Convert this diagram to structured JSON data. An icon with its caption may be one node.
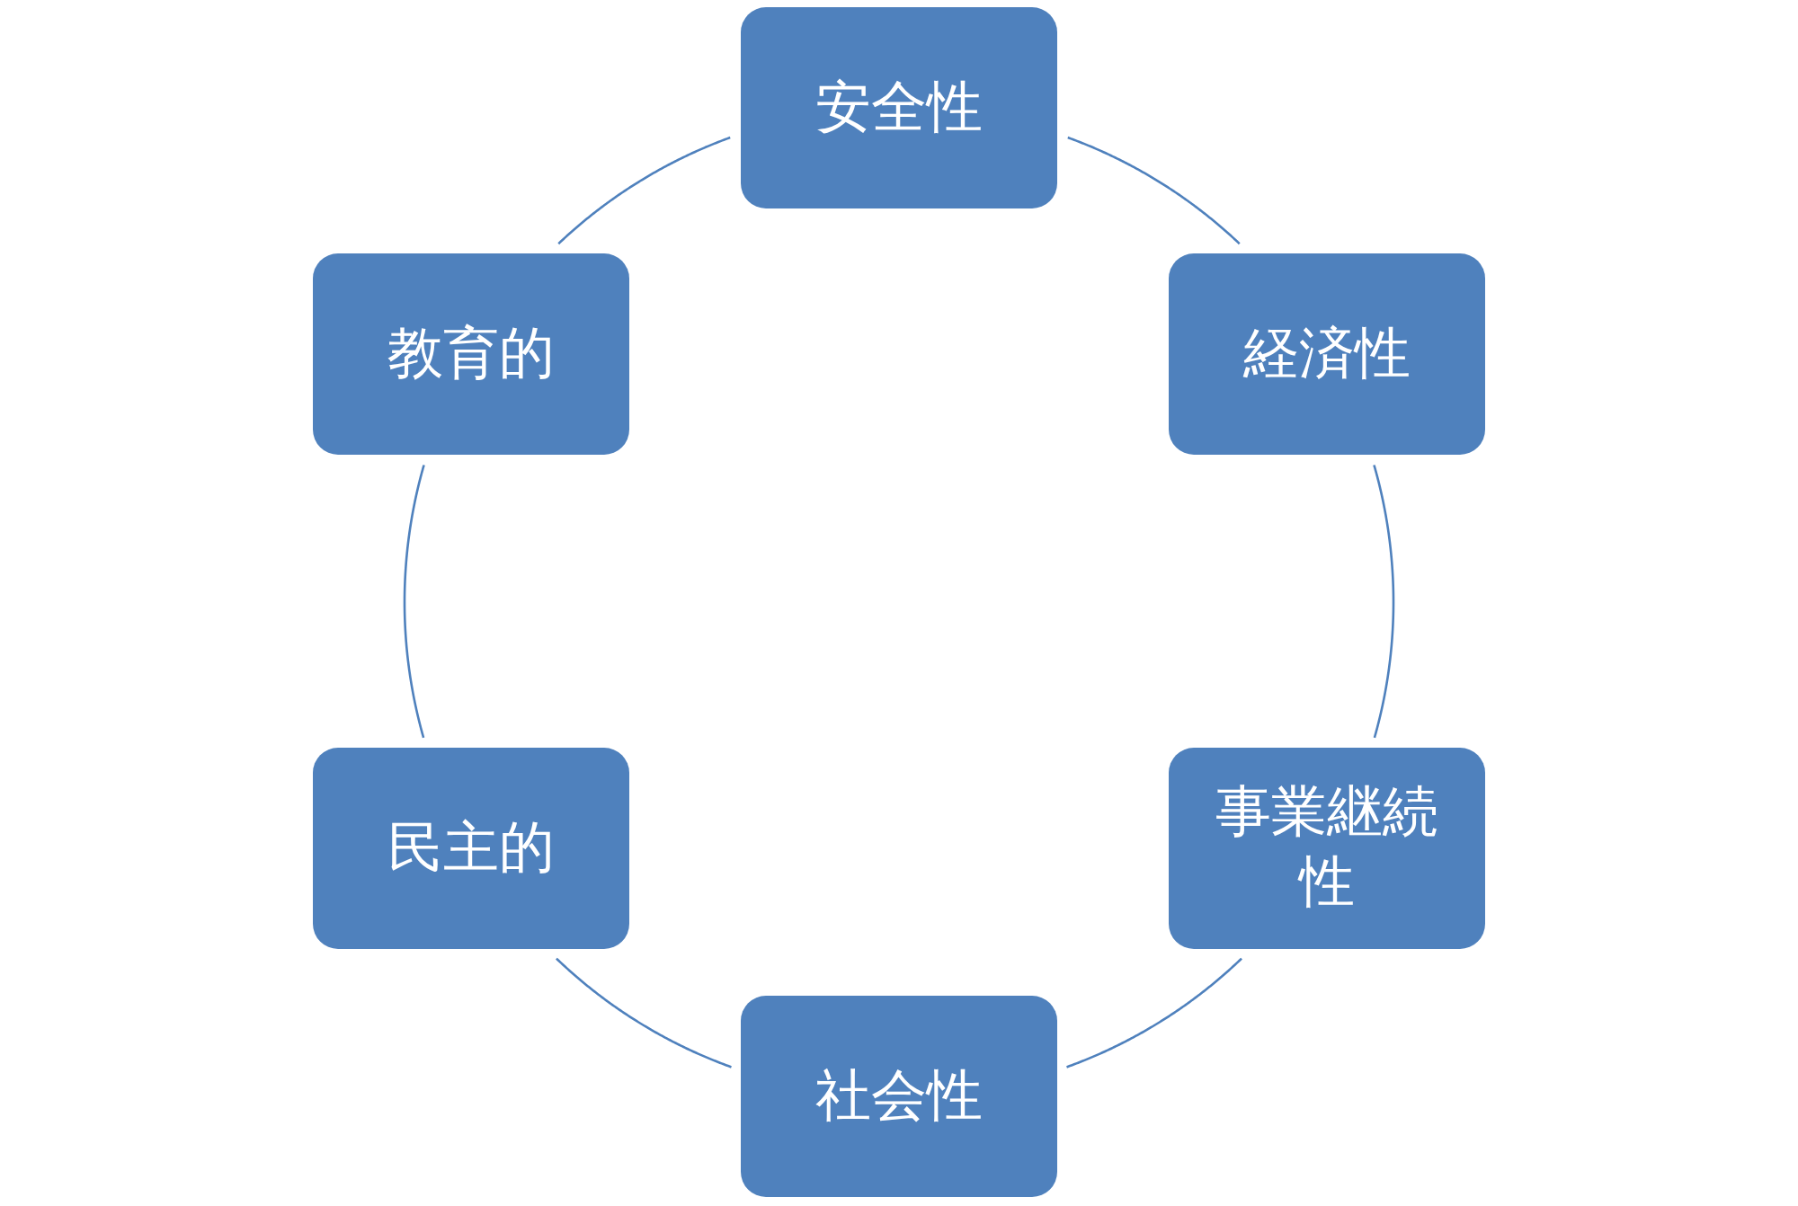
{
  "diagram": {
    "nodes": [
      {
        "text": [
          "安全性"
        ]
      },
      {
        "text": [
          "教育的"
        ]
      },
      {
        "text": [
          "経済性"
        ]
      },
      {
        "text": [
          "民主的"
        ]
      },
      {
        "text": [
          "事業継続性"
        ]
      },
      {
        "text": [
          "社会性"
        ]
      }
    ],
    "edges": [
      {
        "from": 0,
        "to": 2,
        "arrow": "none"
      },
      {
        "from": 2,
        "to": 4,
        "arrow": "none"
      },
      {
        "from": 4,
        "to": 5,
        "arrow": "none"
      },
      {
        "from": 5,
        "to": 3,
        "arrow": "none"
      },
      {
        "from": 3,
        "to": 1,
        "arrow": "none"
      },
      {
        "from": 1,
        "to": 0,
        "arrow": "none"
      }
    ]
  }
}
